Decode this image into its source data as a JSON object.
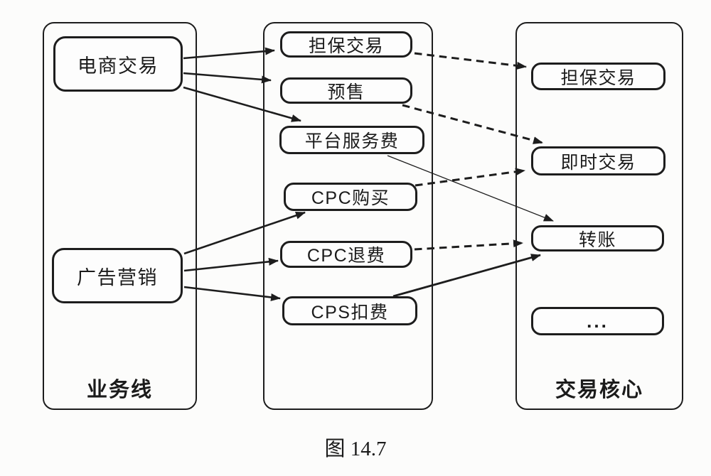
{
  "figure_caption": "图 14.7",
  "columns": [
    {
      "id": "business-lines",
      "label": "业务线",
      "nodes": [
        {
          "id": "ecommerce-trade",
          "label": "电商交易"
        },
        {
          "id": "ad-marketing",
          "label": "广告营销"
        }
      ]
    },
    {
      "id": "trade-products",
      "label": "",
      "nodes": [
        {
          "id": "guaranteed-trade-mid",
          "label": "担保交易"
        },
        {
          "id": "presale",
          "label": "预售"
        },
        {
          "id": "platform-service-fee",
          "label": "平台服务费"
        },
        {
          "id": "cpc-purchase",
          "label": "CPC购买"
        },
        {
          "id": "cpc-refund",
          "label": "CPC退费"
        },
        {
          "id": "cps-deduction",
          "label": "CPS扣费"
        }
      ]
    },
    {
      "id": "trade-core",
      "label": "交易核心",
      "nodes": [
        {
          "id": "guaranteed-trade-core",
          "label": "担保交易"
        },
        {
          "id": "instant-trade",
          "label": "即时交易"
        },
        {
          "id": "transfer",
          "label": "转账"
        },
        {
          "id": "more",
          "label": "..."
        }
      ]
    }
  ],
  "edges": [
    {
      "from": "电商交易",
      "to": "担保交易",
      "style": "solid"
    },
    {
      "from": "电商交易",
      "to": "预售",
      "style": "solid"
    },
    {
      "from": "电商交易",
      "to": "平台服务费",
      "style": "solid"
    },
    {
      "from": "广告营销",
      "to": "CPC购买",
      "style": "solid"
    },
    {
      "from": "广告营销",
      "to": "CPC退费",
      "style": "solid"
    },
    {
      "from": "广告营销",
      "to": "CPS扣费",
      "style": "solid"
    },
    {
      "from": "担保交易",
      "to": "担保交易(交易核心)",
      "style": "dashed"
    },
    {
      "from": "预售",
      "to": "即时交易",
      "style": "dashed"
    },
    {
      "from": "CPC购买",
      "to": "即时交易",
      "style": "dashed"
    },
    {
      "from": "CPC退费",
      "to": "转账",
      "style": "dashed"
    },
    {
      "from": "平台服务费",
      "to": "转账",
      "style": "solid-thin"
    },
    {
      "from": "CPS扣费",
      "to": "转账",
      "style": "solid"
    }
  ],
  "colors": {
    "ink": "#1d1d1d",
    "background": "#fcfcfb"
  }
}
